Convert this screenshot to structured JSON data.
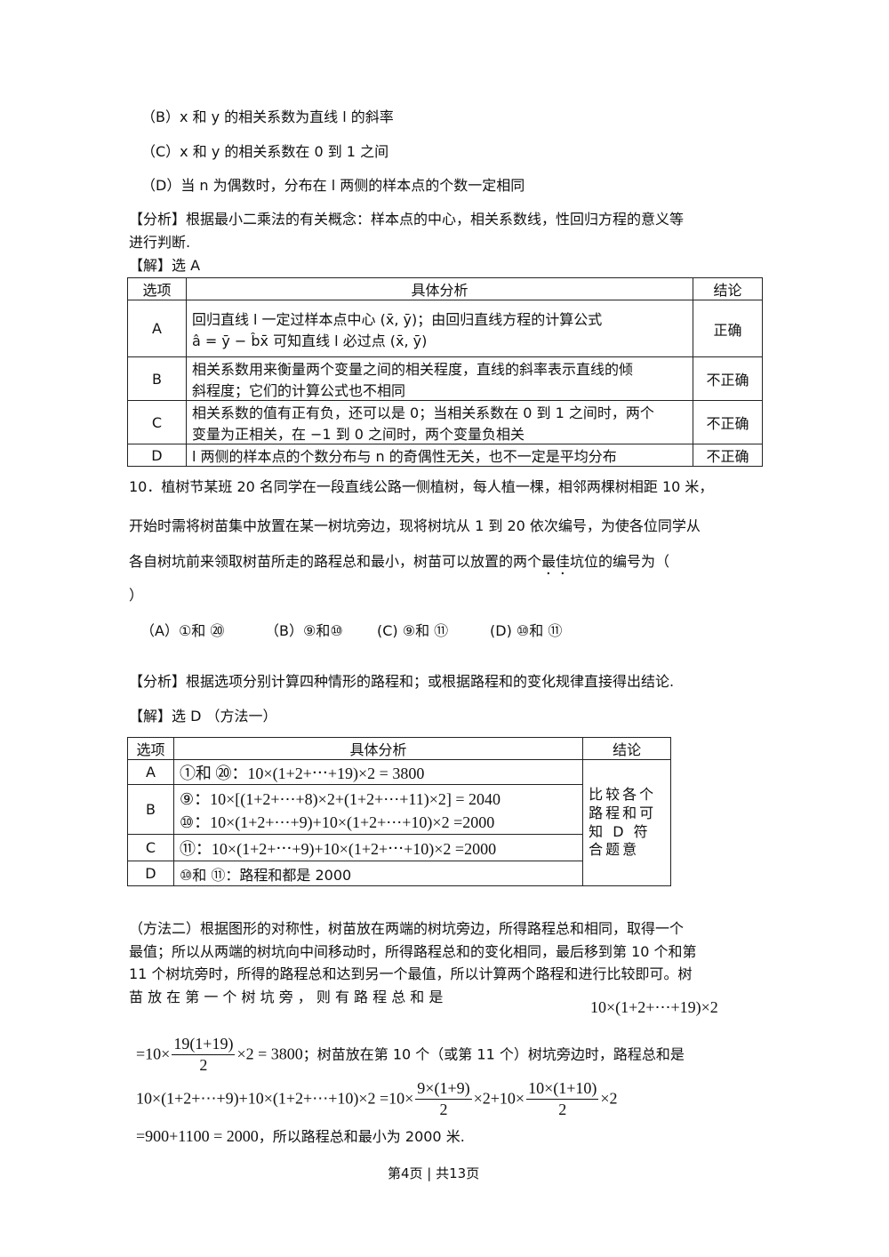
{
  "q9_options": {
    "B": "（B）x 和 y 的相关系数为直线 l 的斜率",
    "C": "（C）x 和 y 的相关系数在 0 到 1 之间",
    "D": "（D）当 n 为偶数时，分布在 l 两侧的样本点的个数一定相同"
  },
  "q9_analysis_1": "【分析】根据最小二乘法的有关概念：样本点的中心，相关系数线，性回归方程的意义等",
  "q9_analysis_2": "进行判断.",
  "q9_answer": "【解】选 A",
  "table1": {
    "headers": [
      "选项",
      "具体分析",
      "结论"
    ],
    "rows": [
      {
        "opt": "A",
        "line1": "回归直线 l 一定过样本点中心 (x̄, ȳ)；由回归直线方程的计算公式",
        "line2": "â = ȳ − b̂x̄ 可知直线 l 必过点 (x̄, ȳ)",
        "result": "正确"
      },
      {
        "opt": "B",
        "line1": "相关系数用来衡量两个变量之间的相关程度，直线的斜率表示直线的倾",
        "line2": "斜程度；它们的计算公式也不相同",
        "result": "不正确"
      },
      {
        "opt": "C",
        "line1": "相关系数的值有正有负，还可以是 0；当相关系数在 0 到 1 之间时，两个",
        "line2": "变量为正相关，在 −1 到 0 之间时，两个变量负相关",
        "result": "不正确"
      },
      {
        "opt": "D",
        "line1": "l 两侧的样本点的个数分布与 n 的奇偶性无关，也不一定是平均分布",
        "line2": "",
        "result": "不正确"
      }
    ]
  },
  "q10": {
    "line1": "10．植树节某班 20 名同学在一段直线公路一侧植树，每人植一棵，相邻两棵树相距 10 米，",
    "line2": "开始时需将树苗集中放置在某一树坑旁边，现将树坑从 1 到 20 依次编号，为使各位同学从",
    "line3a": "各自树坑前来领取树苗所走的路程总和最小，树苗可以放置的两个",
    "line3b": "最佳",
    "line3c": "坑位的编号为（",
    "line4": "）",
    "opt_A": "（A）①和 ⑳",
    "opt_B": "（B）⑨和⑩",
    "opt_C": "(C) ⑨和 ⑪",
    "opt_D": "(D) ⑩和 ⑪"
  },
  "q10_analysis": "【分析】根据选项分别计算四种情形的路程和；或根据路程和的变化规律直接得出结论.",
  "q10_answer": "【解】选 D （方法一）",
  "table2": {
    "headers": [
      "选项",
      "具体分析",
      "结论"
    ],
    "rows": [
      {
        "opt": "A",
        "line1": "①和 ⑳：10×(1+2+⋯+19)×2 = 3800",
        "line2": ""
      },
      {
        "opt": "B",
        "line1": "⑨：10×[(1+2+⋯+8)×2+(1+2+⋯+11)×2] = 2040",
        "line2": "⑩：10×(1+2+⋯+9)+10×(1+2+⋯+10)×2 =2000"
      },
      {
        "opt": "C",
        "line1": "⑪：10×(1+2+⋯+9)+10×(1+2+⋯+10)×2 =2000",
        "line2": ""
      },
      {
        "opt": "D",
        "line1": "⑩和 ⑪：路程和都是 2000",
        "line2": ""
      }
    ],
    "conclusion": "比较各个路程和可知 D 符合题意"
  },
  "method2": {
    "line1": "（方法二）根据图形的对称性，树苗放在两端的树坑旁边，所得路程总和相同，取得一个",
    "line2": "最值；所以从两端的树坑向中间移动时，所得路程总和的变化相同，最后移到第 10 个和第",
    "line3": "11 个树坑旁时，所得的路程总和达到另一个最值，所以计算两个路程和进行比较即可。树",
    "line4": "苗 放 在 第 一 个 树 坑 旁 ， 则 有 路 程 总 和 是",
    "line4_math": "10×(1+2+⋯+19)×2",
    "line5_pre": "=10×",
    "line5_num": "19(1+19)",
    "line5_den": "2",
    "line5_post": "×2 = 3800",
    "line5_text": "；树苗放在第 10 个（或第 11 个）树坑旁边时，路程总和是",
    "line6_pre": "10×(1+2+⋯+9)+10×(1+2+⋯+10)×2 =10×",
    "line6_num1": "9×(1+9)",
    "line6_den1": "2",
    "line6_mid": "×2+10×",
    "line6_num2": "10×(1+10)",
    "line6_den2": "2",
    "line6_post": "×2",
    "line7_math": "=900+1100 = 2000",
    "line7_text": "，所以路程总和最小为 2000 米."
  },
  "footer": "第4页 | 共13页"
}
